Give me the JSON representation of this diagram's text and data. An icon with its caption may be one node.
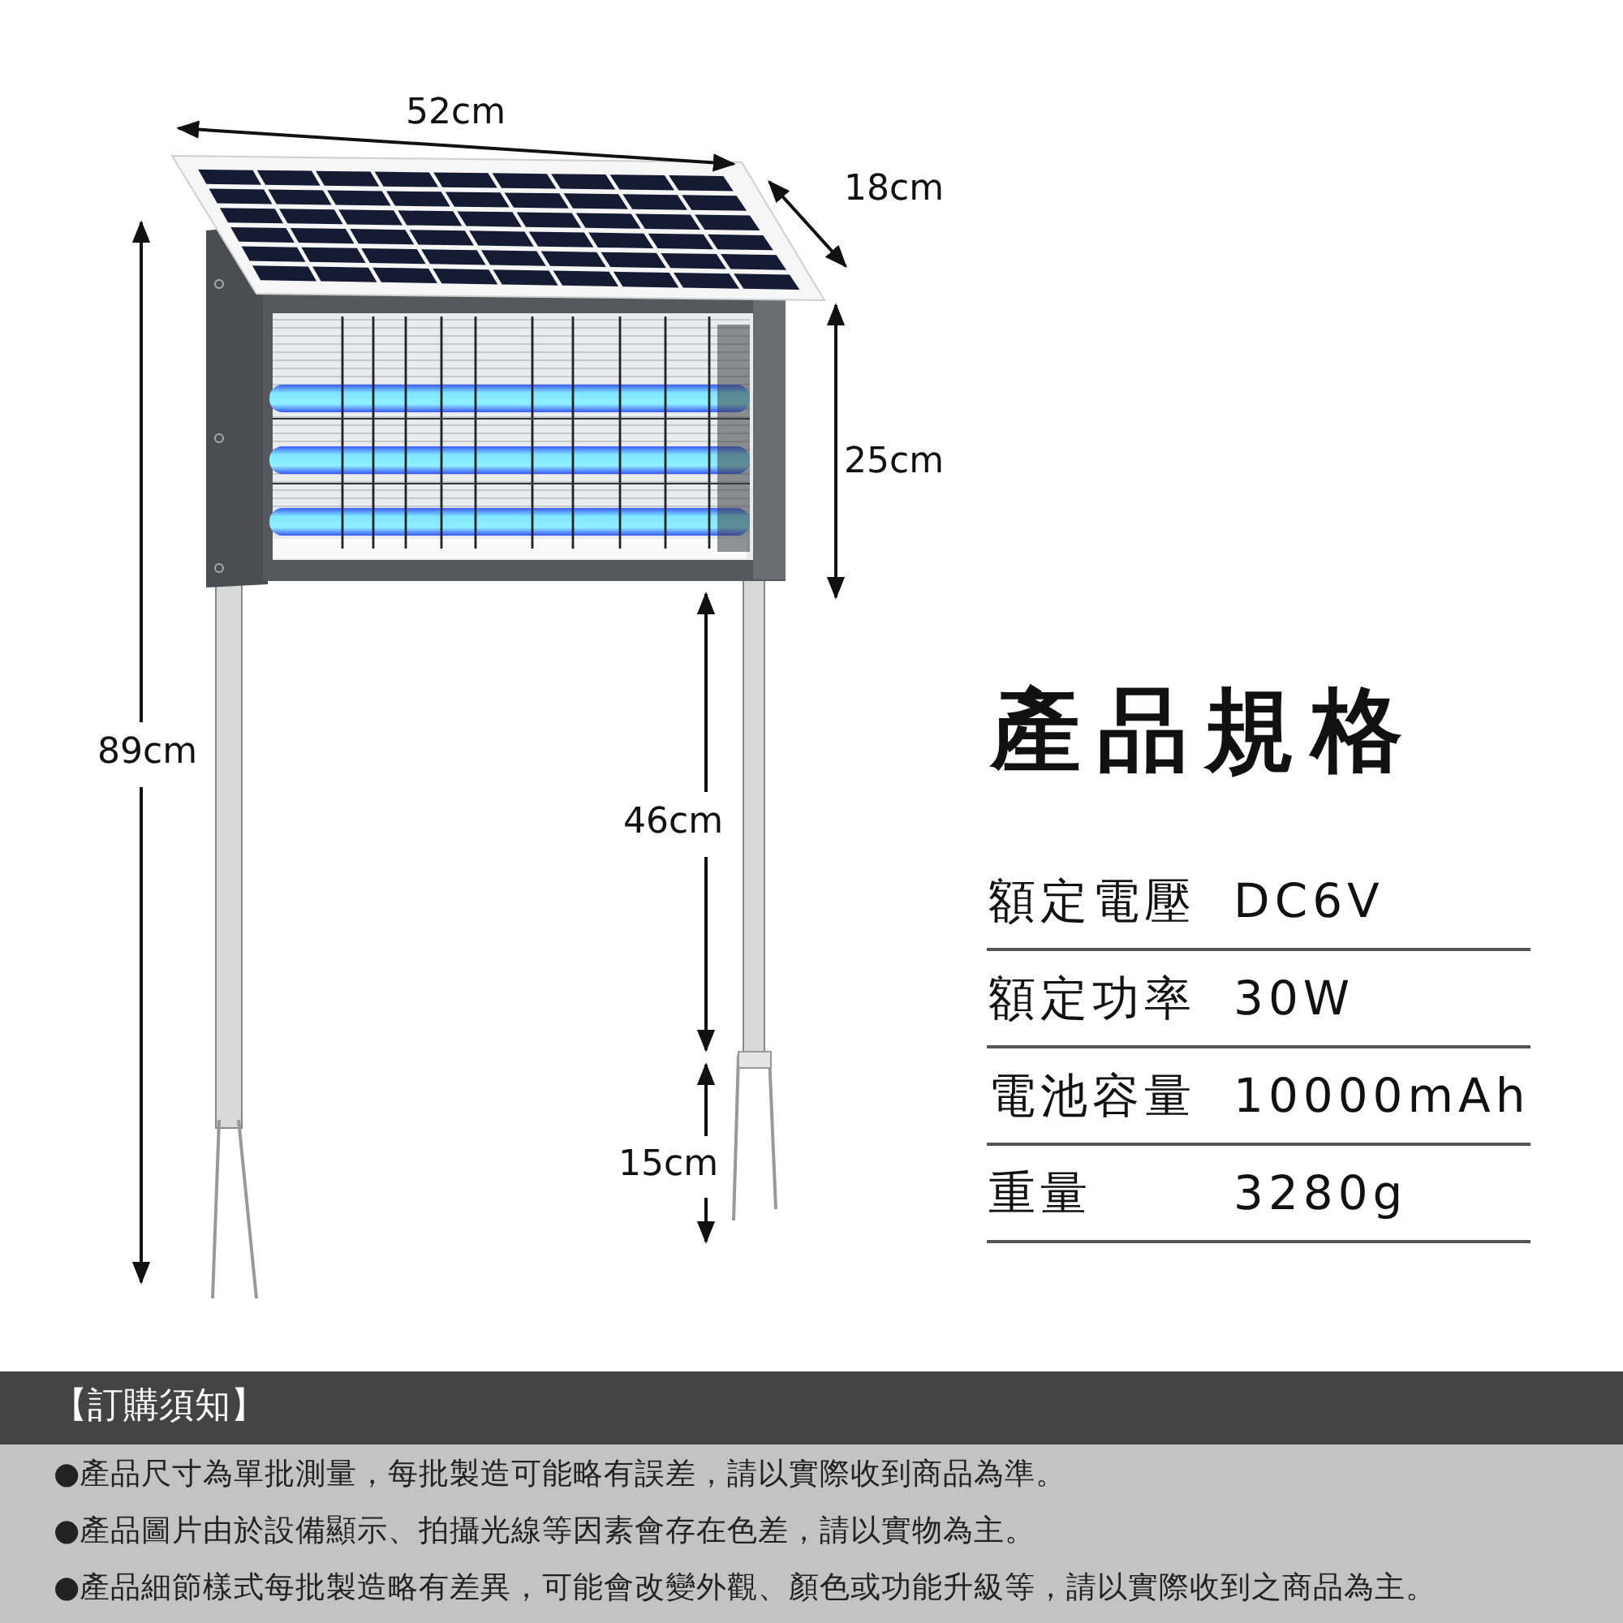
{
  "diagram": {
    "title": "產品規格",
    "labels": [
      "52cm",
      "18cm",
      "25cm",
      "89cm",
      "46cm",
      "15cm",
      "額定電壓",
      "DC6V",
      "額定功率",
      "30W",
      "電池容量",
      "10000mAh",
      "重量",
      "3280g",
      "【訂購須知】",
      "●產品尺寸為單批測量，每批製造可能略有誤差，請以實際收到商品為準。",
      "●產品圖片由於設備顯示、拍攝光線等因素會存在色差，請以實物為主。",
      "●產品細節樣式每批製造略有差異，可能會改變外觀、顏色或功能升級等，請以實際收到之商品為主。"
    ]
  }
}
